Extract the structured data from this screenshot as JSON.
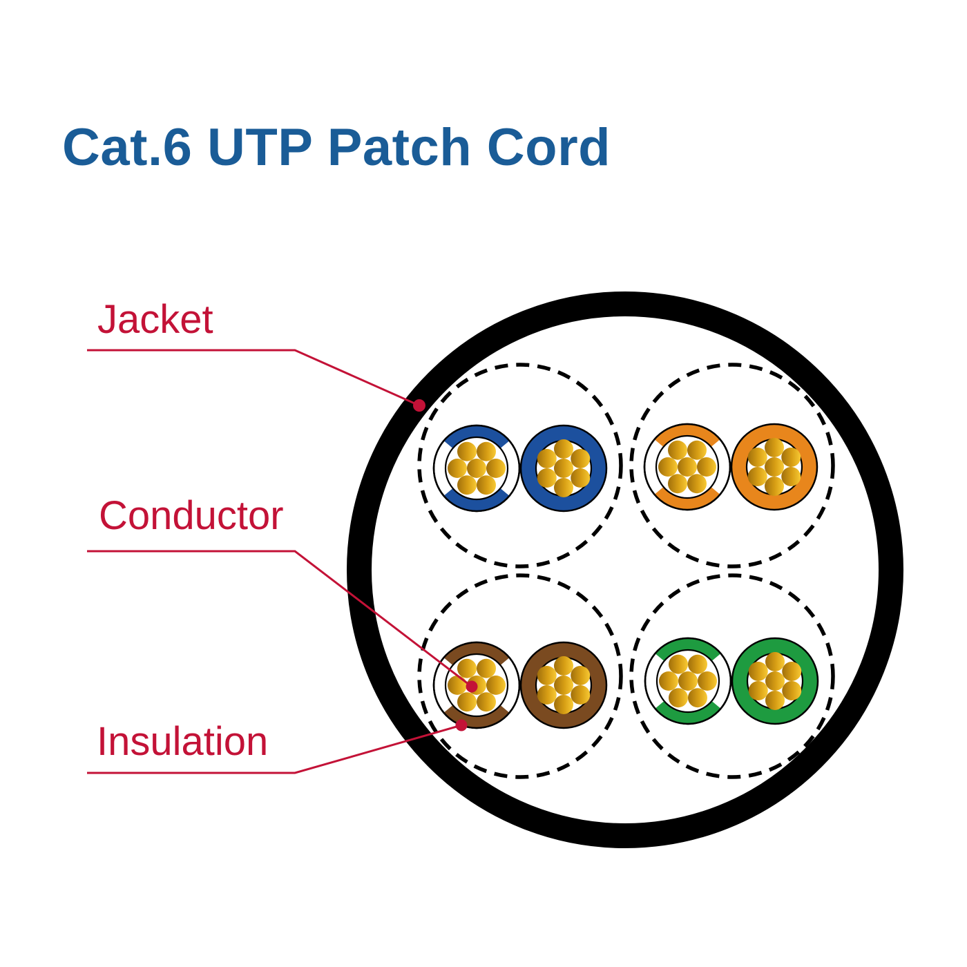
{
  "title": {
    "text": "Cat.6 UTP Patch Cord",
    "color": "#1a5c97"
  },
  "callouts": {
    "accent_color": "#c31237",
    "jacket": {
      "label": "Jacket"
    },
    "conductor": {
      "label": "Conductor"
    },
    "insulation": {
      "label": "Insulation"
    }
  },
  "cable": {
    "jacket_color": "#000000",
    "pair_count": 4,
    "wires_per_pair": 2,
    "strands_per_wire": 7,
    "copper": {
      "dark": "#a06f0b",
      "mid": "#d89f15",
      "light": "#f8ca35"
    },
    "pairs": [
      {
        "name": "blue",
        "position": "top-left",
        "color": "#1c509e"
      },
      {
        "name": "orange",
        "position": "top-right",
        "color": "#e8861c"
      },
      {
        "name": "brown",
        "position": "bottom-left",
        "color": "#7a4a20"
      },
      {
        "name": "green",
        "position": "bottom-right",
        "color": "#1e9b40"
      }
    ]
  }
}
